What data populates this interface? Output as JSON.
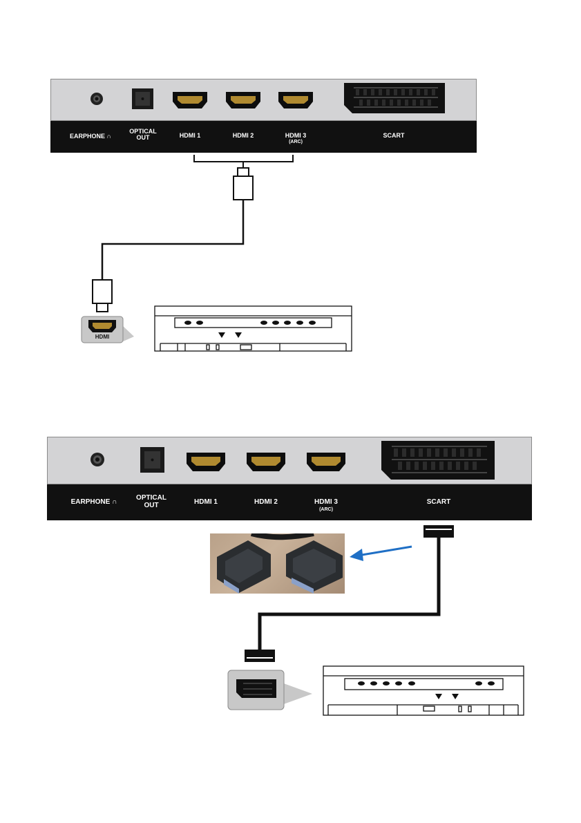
{
  "diagram1": {
    "labels": {
      "earphone": "EARPHONE",
      "optical_line1": "OPTICAL",
      "optical_line2": "OUT",
      "hdmi1": "HDMI 1",
      "hdmi2": "HDMI 2",
      "hdmi3": "HDMI 3",
      "hdmi3_sub": "(ARC)",
      "scart": "SCART"
    },
    "device_port_label": "HDMI"
  },
  "diagram2": {
    "labels": {
      "earphone": "EARPHONE",
      "optical_line1": "OPTICAL",
      "optical_line2": "OUT",
      "hdmi1": "HDMI 1",
      "hdmi2": "HDMI 2",
      "hdmi3": "HDMI 3",
      "hdmi3_sub": "(ARC)",
      "scart": "SCART"
    }
  },
  "icons": {
    "earphone": "headphone-icon",
    "arrow": "arrow-left-icon"
  },
  "colors": {
    "panel": "#d3d3d5",
    "strip": "#111111",
    "arrow": "#1f6fc5"
  }
}
